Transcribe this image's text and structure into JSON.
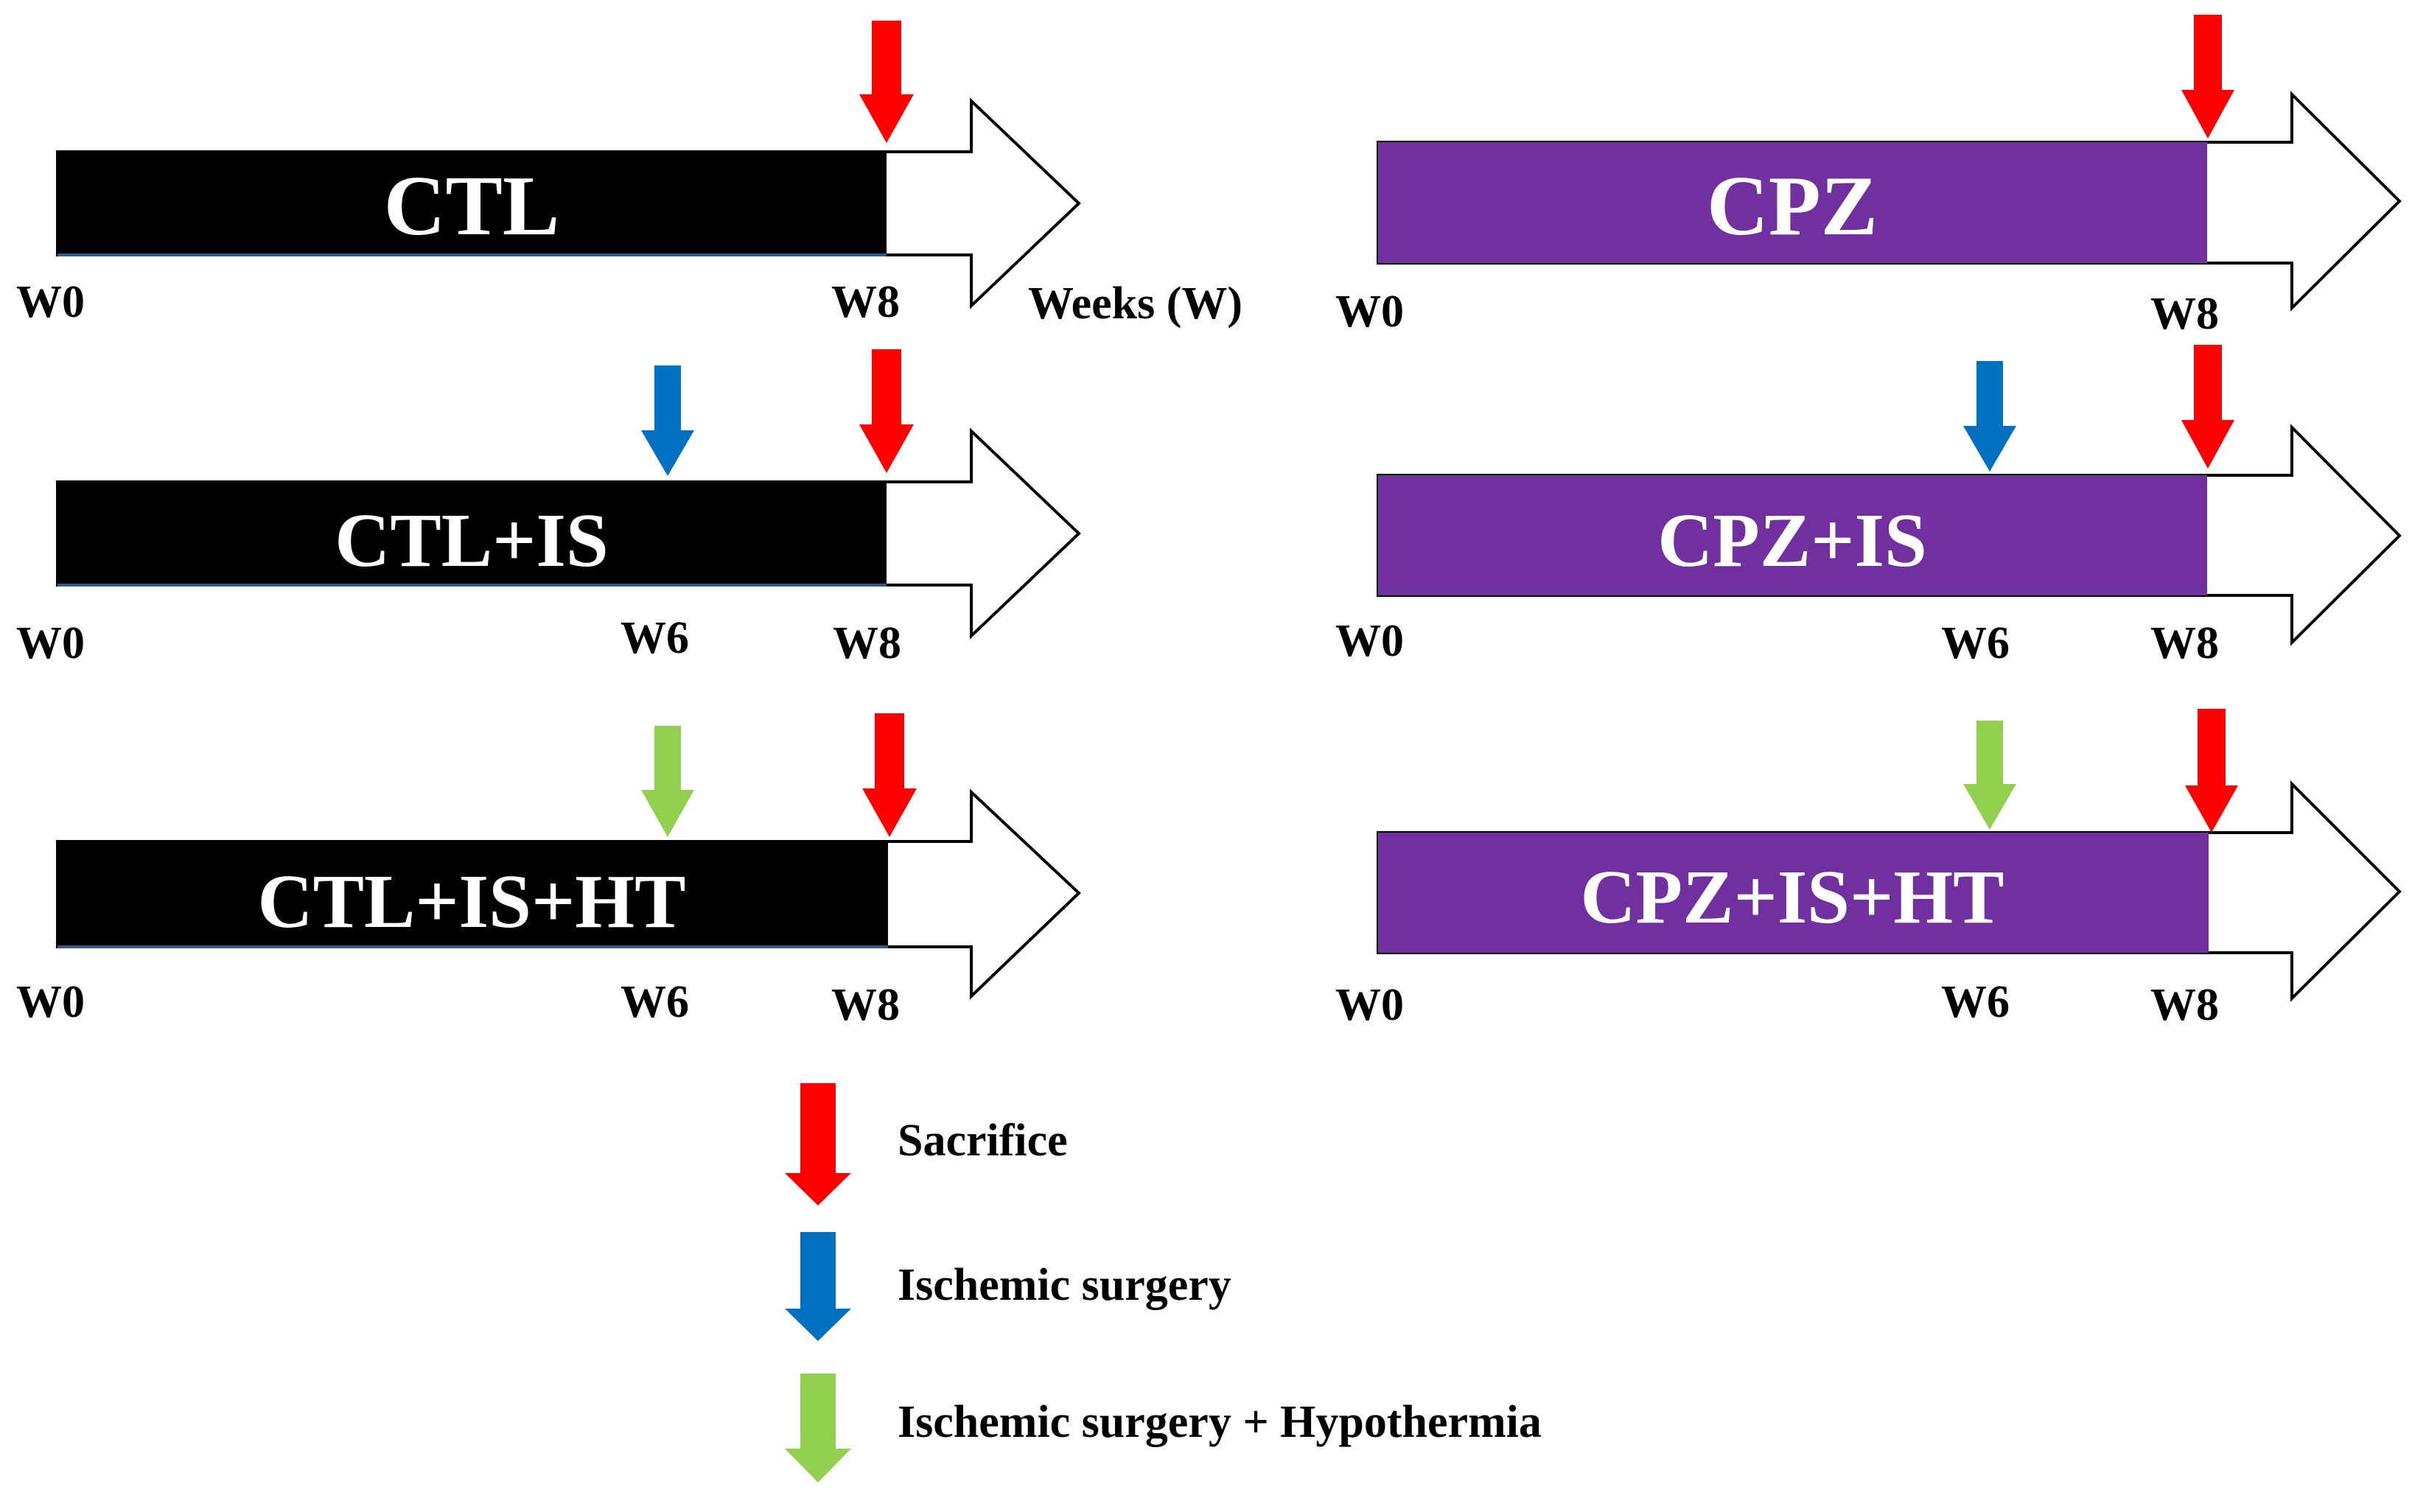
{
  "colors": {
    "ctl_bar": "#000000",
    "cpz_bar": "#7030a0",
    "sacrifice": "#ff0000",
    "ischemic": "#0070c0",
    "hypothermia": "#92d050",
    "bar_text": "#ffffff",
    "label_text": "#000000"
  },
  "axis_unit_label": "Weeks (W)",
  "groups": [
    {
      "label": "CTL",
      "color_key": "ctl_bar",
      "ticks": [
        "W0",
        "W8"
      ],
      "events": [
        {
          "week": 8,
          "type": "sacrifice"
        }
      ]
    },
    {
      "label": "CTL+IS",
      "color_key": "ctl_bar",
      "ticks": [
        "W0",
        "W6",
        "W8"
      ],
      "events": [
        {
          "week": 6,
          "type": "ischemic"
        },
        {
          "week": 8,
          "type": "sacrifice"
        }
      ]
    },
    {
      "label": "CTL+IS+HT",
      "color_key": "ctl_bar",
      "ticks": [
        "W0",
        "W6",
        "W8"
      ],
      "events": [
        {
          "week": 6,
          "type": "hypothermia"
        },
        {
          "week": 8,
          "type": "sacrifice"
        }
      ]
    },
    {
      "label": "CPZ",
      "color_key": "cpz_bar",
      "ticks": [
        "W0",
        "W8"
      ],
      "events": [
        {
          "week": 8,
          "type": "sacrifice"
        }
      ]
    },
    {
      "label": "CPZ+IS",
      "color_key": "cpz_bar",
      "ticks": [
        "W0",
        "W6",
        "W8"
      ],
      "events": [
        {
          "week": 6,
          "type": "ischemic"
        },
        {
          "week": 8,
          "type": "sacrifice"
        }
      ]
    },
    {
      "label": "CPZ+IS+HT",
      "color_key": "cpz_bar",
      "ticks": [
        "W0",
        "W6",
        "W8"
      ],
      "events": [
        {
          "week": 6,
          "type": "hypothermia"
        },
        {
          "week": 8,
          "type": "sacrifice"
        }
      ]
    }
  ],
  "legend": [
    {
      "type": "sacrifice",
      "label": "Sacrifice"
    },
    {
      "type": "ischemic",
      "label": "Ischemic surgery"
    },
    {
      "type": "hypothermia",
      "label": "Ischemic surgery + Hypothermia"
    }
  ]
}
